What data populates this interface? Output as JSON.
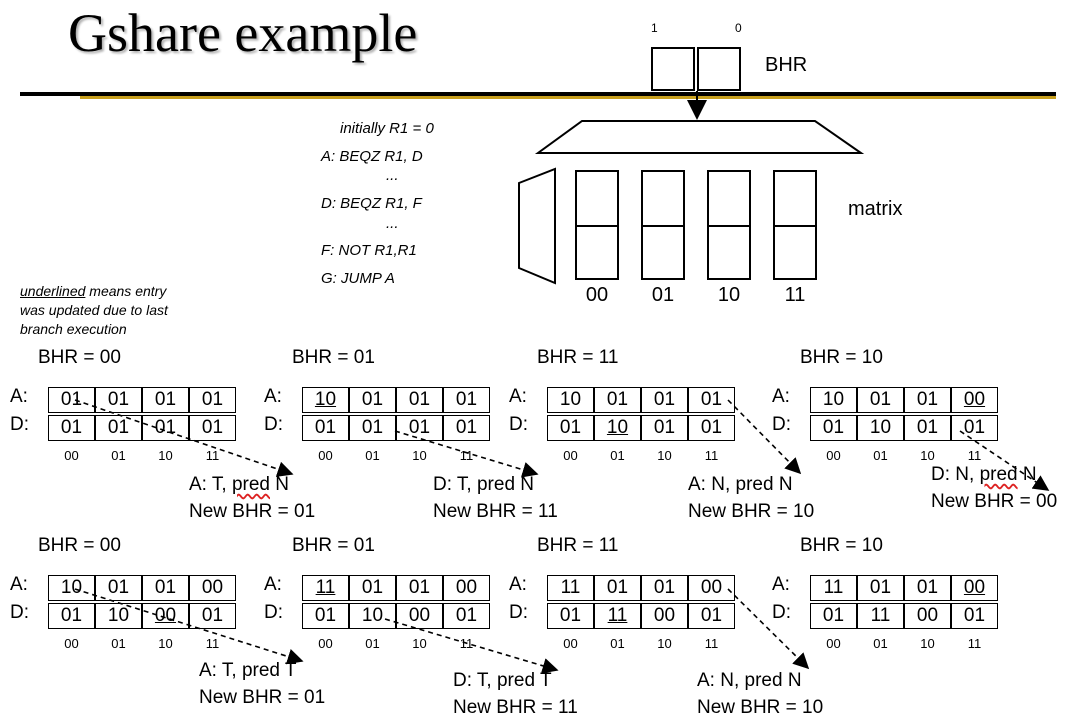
{
  "title": "Gshare example",
  "bhr_register": {
    "label": "BHR",
    "bit_labels": [
      "1",
      "0"
    ]
  },
  "matrix_label": "matrix",
  "column_labels": [
    "00",
    "01",
    "10",
    "11"
  ],
  "code": {
    "init": "initially R1 = 0",
    "lines": [
      "A: BEQZ R1, D",
      "...",
      "D: BEQZ R1, F",
      "...",
      "F: NOT R1,R1",
      "G: JUMP A"
    ]
  },
  "note": [
    "underlined",
    " means entry",
    "was updated due to last",
    "branch execution"
  ],
  "index_labels": [
    "00",
    "01",
    "10",
    "11"
  ],
  "row_labels": [
    "A:",
    "D:"
  ],
  "panels": [
    {
      "bhr": "BHR = 00",
      "a": [
        "01",
        "01",
        "01",
        "01"
      ],
      "d": [
        "01",
        "01",
        "01",
        "01"
      ],
      "a_u": [
        false,
        false,
        false,
        false
      ],
      "d_u": [
        false,
        false,
        false,
        false
      ],
      "res1": "A: T, pred N",
      "res2": "New BHR = 01",
      "wavy": "pred"
    },
    {
      "bhr": "BHR = 01",
      "a": [
        "10",
        "01",
        "01",
        "01"
      ],
      "d": [
        "01",
        "01",
        "01",
        "01"
      ],
      "a_u": [
        true,
        false,
        false,
        false
      ],
      "d_u": [
        false,
        false,
        false,
        false
      ],
      "res1": "D: T, pred N",
      "res2": "New BHR = 11",
      "wavy": ""
    },
    {
      "bhr": "BHR = 11",
      "a": [
        "10",
        "01",
        "01",
        "01"
      ],
      "d": [
        "01",
        "10",
        "01",
        "01"
      ],
      "a_u": [
        false,
        false,
        false,
        false
      ],
      "d_u": [
        false,
        true,
        false,
        false
      ],
      "res1": "A: N, pred N",
      "res2": "New BHR = 10",
      "wavy": ""
    },
    {
      "bhr": "BHR = 10",
      "a": [
        "10",
        "01",
        "01",
        "00"
      ],
      "d": [
        "01",
        "10",
        "01",
        "01"
      ],
      "a_u": [
        false,
        false,
        false,
        true
      ],
      "d_u": [
        false,
        false,
        false,
        false
      ],
      "res1": "D: N, pred N",
      "res2": "New BHR = 00",
      "wavy": "pred"
    },
    {
      "bhr": "BHR = 00",
      "a": [
        "10",
        "01",
        "01",
        "00"
      ],
      "d": [
        "01",
        "10",
        "00",
        "01"
      ],
      "a_u": [
        false,
        false,
        false,
        false
      ],
      "d_u": [
        false,
        false,
        true,
        false
      ],
      "res1": "A: T, pred T",
      "res2": "New BHR = 01",
      "wavy": ""
    },
    {
      "bhr": "BHR = 01",
      "a": [
        "11",
        "01",
        "01",
        "00"
      ],
      "d": [
        "01",
        "10",
        "00",
        "01"
      ],
      "a_u": [
        true,
        false,
        false,
        false
      ],
      "d_u": [
        false,
        false,
        false,
        false
      ],
      "res1": "D: T, pred T",
      "res2": "New BHR = 11",
      "wavy": ""
    },
    {
      "bhr": "BHR = 11",
      "a": [
        "11",
        "01",
        "01",
        "00"
      ],
      "d": [
        "01",
        "11",
        "00",
        "01"
      ],
      "a_u": [
        false,
        false,
        false,
        false
      ],
      "d_u": [
        false,
        true,
        false,
        false
      ],
      "res1": "A: N, pred N",
      "res2": "New BHR = 10",
      "wavy": ""
    },
    {
      "bhr": "BHR = 10",
      "a": [
        "11",
        "01",
        "01",
        "00"
      ],
      "d": [
        "01",
        "11",
        "00",
        "01"
      ],
      "a_u": [
        false,
        false,
        false,
        true
      ],
      "d_u": [
        false,
        false,
        false,
        false
      ],
      "res1": "",
      "res2": "",
      "wavy": ""
    }
  ]
}
